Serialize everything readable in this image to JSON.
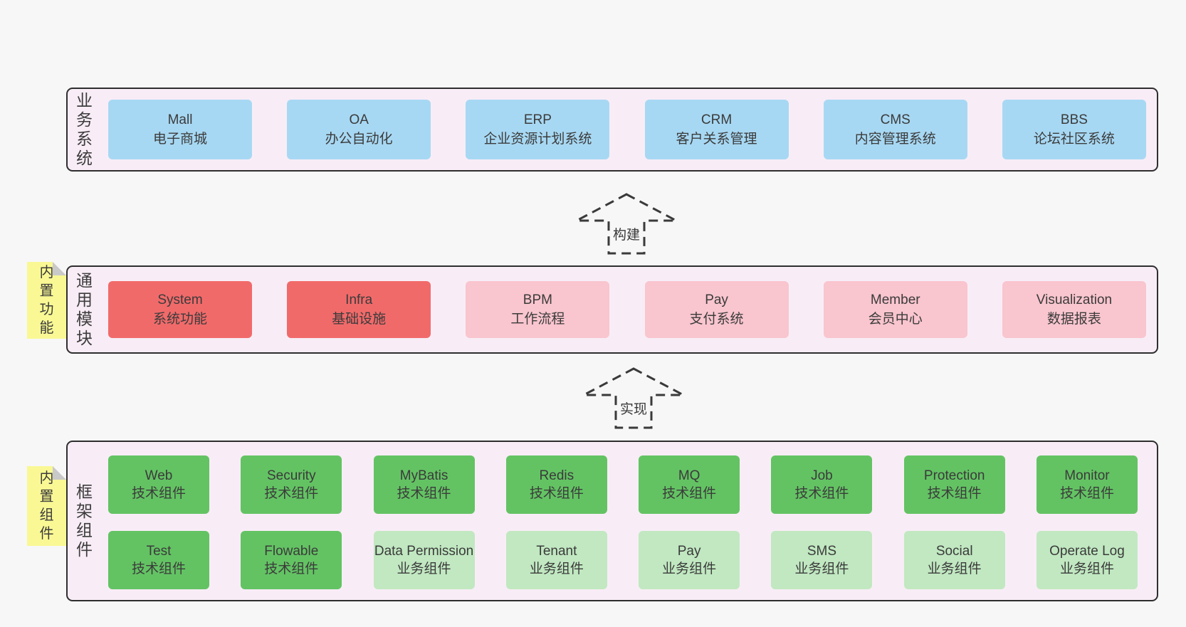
{
  "colors": {
    "page_bg": "#f7f7f7",
    "panel_bg": "#f8edf6",
    "panel_border": "#2e2e2e",
    "blue": "#a7d8f3",
    "red": "#f16a6a",
    "pink": "#f9c5ce",
    "green": "#63c363",
    "light_green": "#c1e8c1",
    "sticky_yellow": "#f9f894",
    "text": "#3b3b3b"
  },
  "sections": {
    "business": {
      "label": "业务系统",
      "boxes": [
        {
          "name": "Mall",
          "desc": "电子商城"
        },
        {
          "name": "OA",
          "desc": "办公自动化"
        },
        {
          "name": "ERP",
          "desc": "企业资源计划系统"
        },
        {
          "name": "CRM",
          "desc": "客户关系管理"
        },
        {
          "name": "CMS",
          "desc": "内容管理系统"
        },
        {
          "name": "BBS",
          "desc": "论坛社区系统"
        }
      ]
    },
    "modules": {
      "sticky_label": "内置功能",
      "label": "通用模块",
      "boxes": [
        {
          "name": "System",
          "desc": "系统功能"
        },
        {
          "name": "Infra",
          "desc": "基础设施"
        },
        {
          "name": "BPM",
          "desc": "工作流程"
        },
        {
          "name": "Pay",
          "desc": "支付系统"
        },
        {
          "name": "Member",
          "desc": "会员中心"
        },
        {
          "name": "Visualization",
          "desc": "数据报表"
        }
      ]
    },
    "components": {
      "sticky_label": "内置组件",
      "label": "框架组件",
      "rows": [
        [
          {
            "name": "Web",
            "desc": "技术组件"
          },
          {
            "name": "Security",
            "desc": "技术组件"
          },
          {
            "name": "MyBatis",
            "desc": "技术组件"
          },
          {
            "name": "Redis",
            "desc": "技术组件"
          },
          {
            "name": "MQ",
            "desc": "技术组件"
          },
          {
            "name": "Job",
            "desc": "技术组件"
          },
          {
            "name": "Protection",
            "desc": "技术组件"
          },
          {
            "name": "Monitor",
            "desc": "技术组件"
          }
        ],
        [
          {
            "name": "Test",
            "desc": "技术组件"
          },
          {
            "name": "Flowable",
            "desc": "技术组件"
          },
          {
            "name": "Data Permission",
            "desc": "业务组件"
          },
          {
            "name": "Tenant",
            "desc": "业务组件"
          },
          {
            "name": "Pay",
            "desc": "业务组件"
          },
          {
            "name": "SMS",
            "desc": "业务组件"
          },
          {
            "name": "Social",
            "desc": "业务组件"
          },
          {
            "name": "Operate Log",
            "desc": "业务组件"
          }
        ]
      ]
    }
  },
  "arrows": {
    "build": {
      "label": "构建"
    },
    "implement": {
      "label": "实现"
    }
  }
}
